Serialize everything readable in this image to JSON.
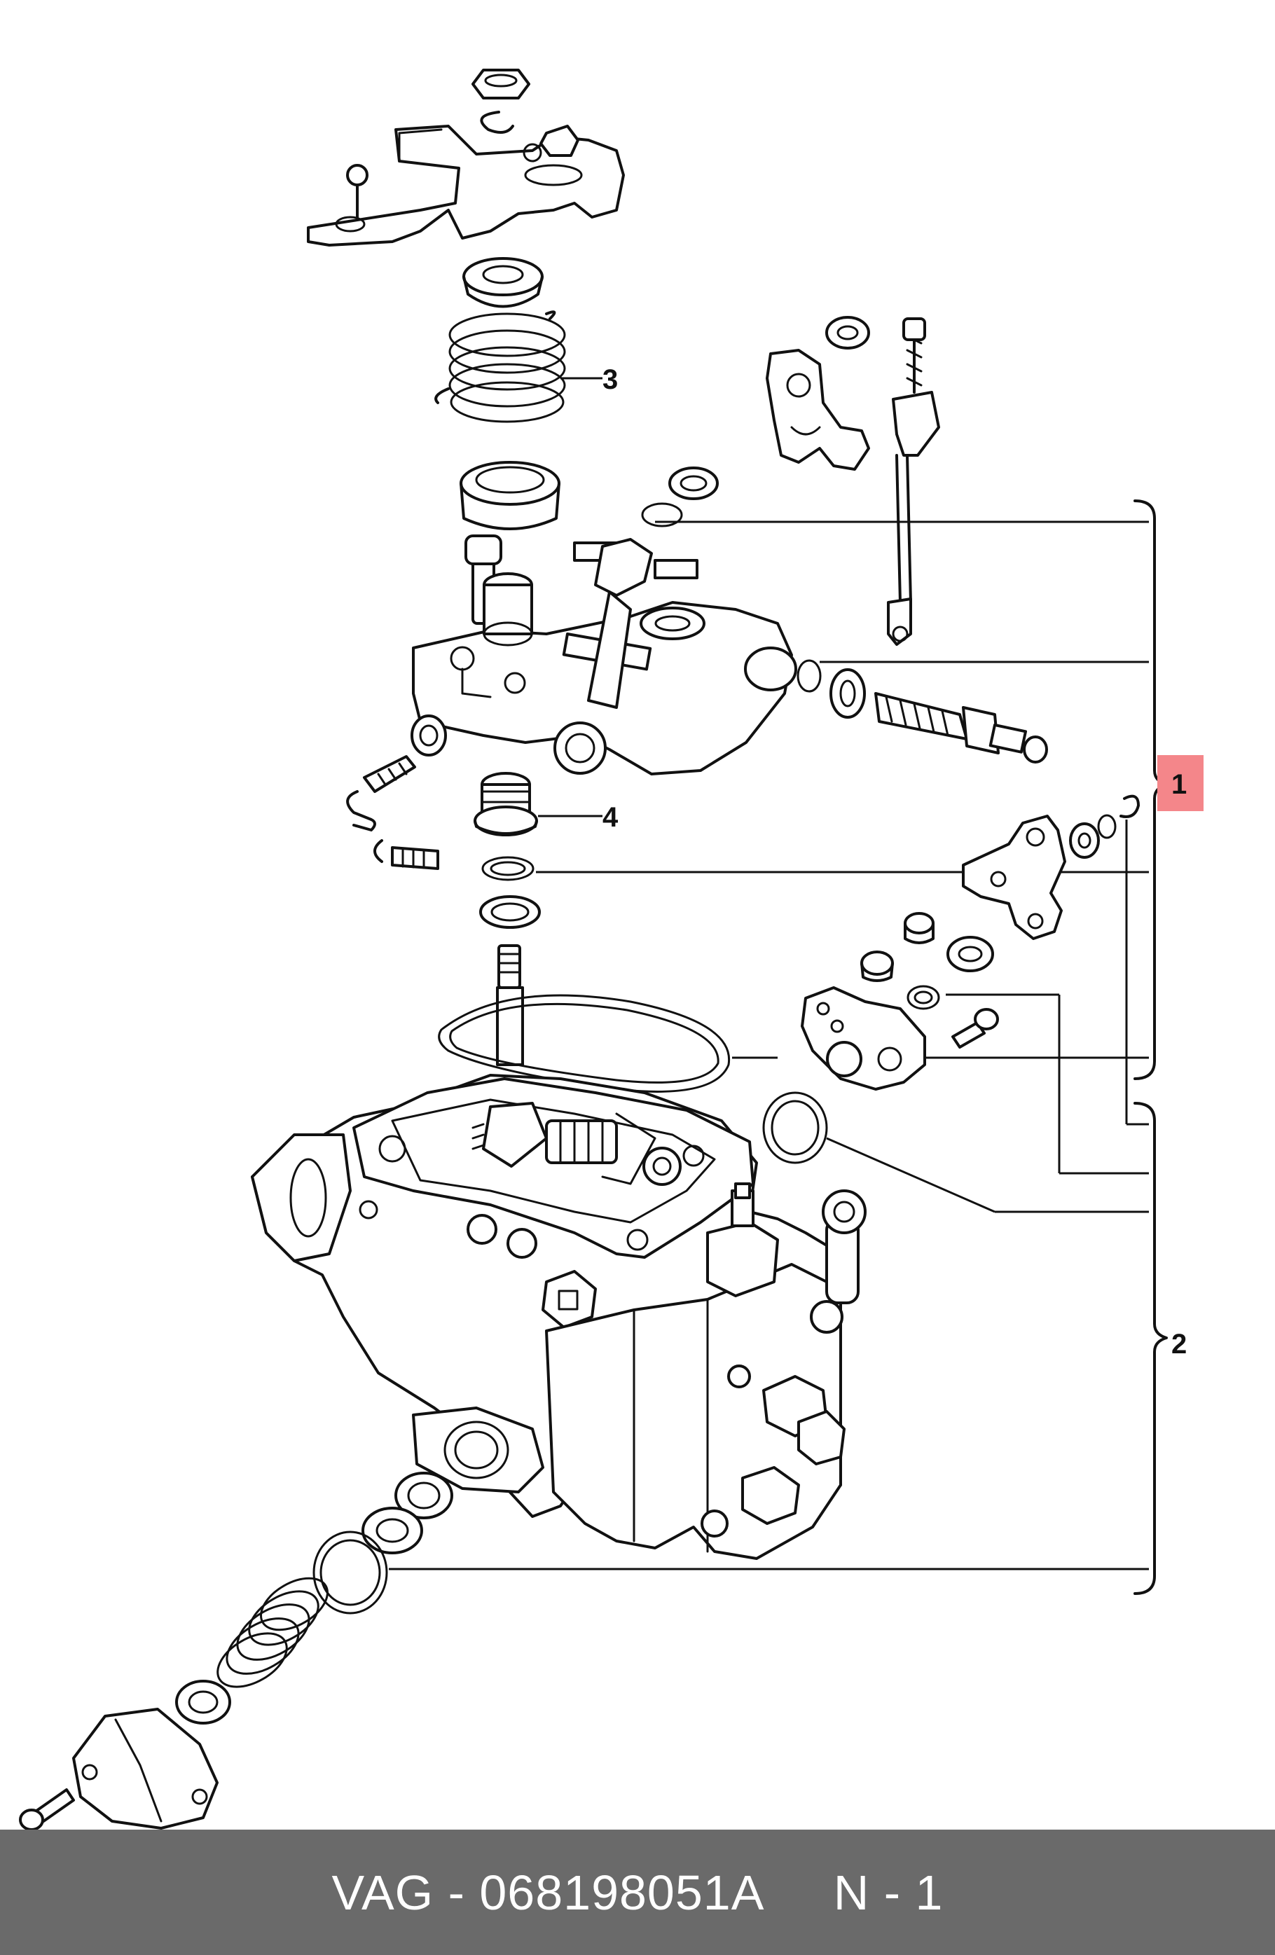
{
  "diagram": {
    "callouts": [
      {
        "id": "1",
        "label": "1"
      },
      {
        "id": "2",
        "label": "2"
      },
      {
        "id": "3",
        "label": "3"
      },
      {
        "id": "4",
        "label": "4"
      }
    ],
    "highlight_color": "#f4868a"
  },
  "footer": {
    "brand": "VAG",
    "separator": " - ",
    "part_number": "068198051A",
    "note_label": "N - 1",
    "background": "#6a6a6a",
    "text_color": "#ffffff"
  }
}
